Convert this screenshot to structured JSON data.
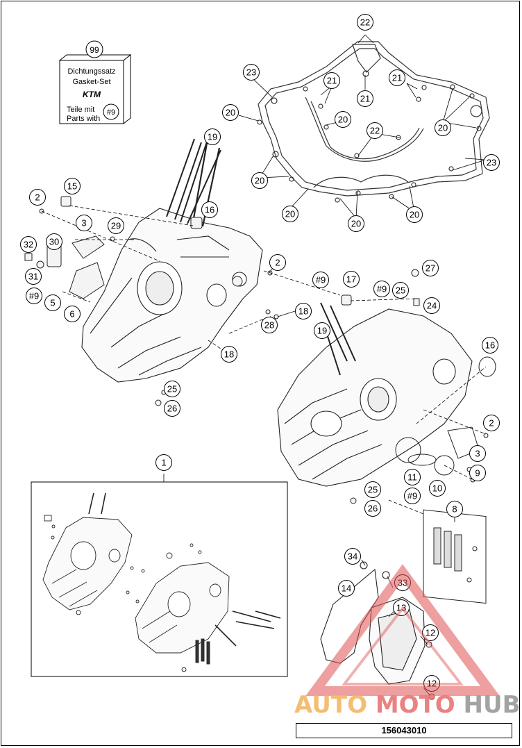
{
  "kit": {
    "number": "99",
    "line1": "Dichtungssatz",
    "line2": "Gasket-Set",
    "brand": "KTM",
    "line3": "Teile mit",
    "line4": "Parts with",
    "ref": "#9"
  },
  "callouts": [
    "1",
    "2",
    "3",
    "5",
    "6",
    "8",
    "9",
    "10",
    "11",
    "12",
    "13",
    "14",
    "15",
    "16",
    "17",
    "18",
    "19",
    "20",
    "21",
    "22",
    "23",
    "24",
    "25",
    "26",
    "27",
    "28",
    "29",
    "30",
    "31",
    "32",
    "33",
    "34",
    "#9"
  ],
  "watermark": {
    "part1": "AUTO",
    "part2": "MOTO",
    "part3": "HUB",
    "colors": {
      "auto": "#f2b866",
      "moto": "#e87575",
      "hub": "#9a9a9a",
      "triangle": "#e05050"
    }
  },
  "document_number": "156043010"
}
